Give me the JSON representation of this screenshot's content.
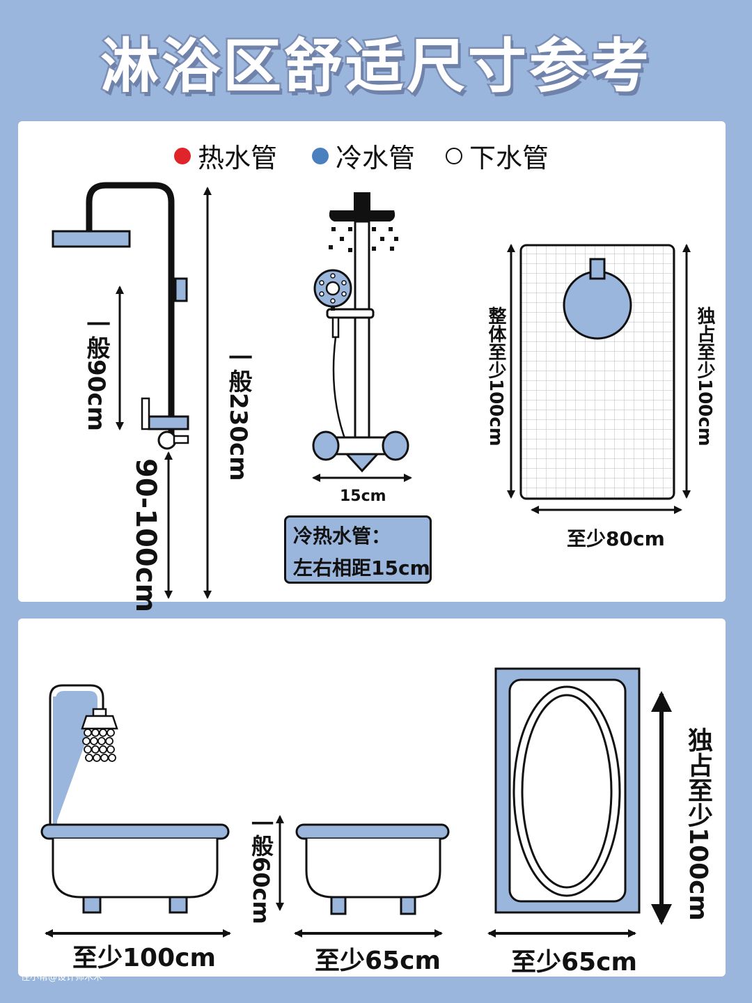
{
  "title": "淋浴区舒适尺寸参考",
  "legend": [
    {
      "label": "热水管",
      "color": "#e0242b"
    },
    {
      "label": "冷水管",
      "color": "#4a7fc0"
    },
    {
      "label": "下水管",
      "color": "#ffffff"
    }
  ],
  "shower_side": {
    "label_90": "一般90cm",
    "label_230": "一般230cm",
    "label_90_100": "90-100cm"
  },
  "mixer": {
    "label_15": "15cm",
    "note_line1": "冷热水管：",
    "note_line2": "左右相距15cm"
  },
  "floor_plan": {
    "label_left": "整体至少100cm",
    "label_right": "独占至少100cm",
    "label_bottom": "至少80cm"
  },
  "bathtubs": {
    "tub1_width": "至少100cm",
    "tub2_height": "一般60cm",
    "tub2_width": "至少65cm",
    "tub3_width": "至少65cm",
    "tub3_length": "独占至少100cm"
  },
  "footer": "住小帮@设计师木木",
  "colors": {
    "background": "#9bb6dc",
    "accent_blue": "#9bb6dc",
    "line": "#111111"
  }
}
